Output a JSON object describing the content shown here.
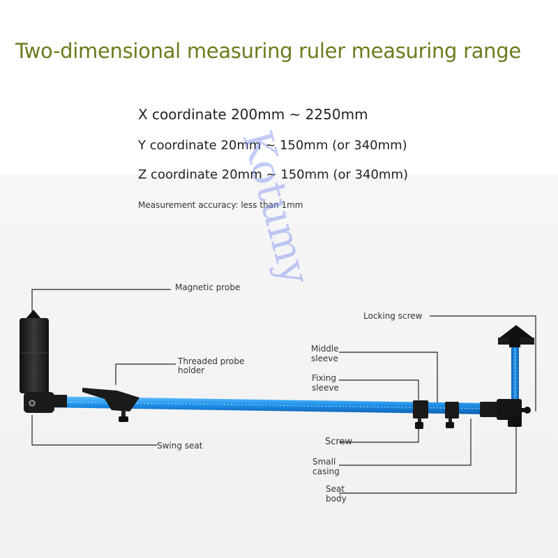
{
  "title": "Two-dimensional measuring ruler measuring range",
  "specs": {
    "x": "X coordinate 200mm ~ 2250mm",
    "y": "Y coordinate 20mm ~ 150mm (or 340mm)",
    "z": "Z coordinate 20mm ~ 150mm (or 340mm)",
    "accuracy": "Measurement accuracy: less than 1mm"
  },
  "watermark": "Kotumy",
  "labels": {
    "magnetic_probe": "Magnetic probe",
    "threaded_probe_holder_1": "Threaded probe",
    "threaded_probe_holder_2": "holder",
    "swing_seat": "Swing seat",
    "locking_screw": "Locking screw",
    "middle_sleeve_1": "Middle",
    "middle_sleeve_2": "sleeve",
    "fixing_sleeve_1": "Fixing",
    "fixing_sleeve_2": "sleeve",
    "screw": "Screw",
    "small_casing_1": "Small",
    "small_casing_2": "casing",
    "seat_body_1": "Seat",
    "seat_body_2": "body"
  },
  "colors": {
    "title": "#6d7a1c",
    "rod": "#1e8fe8",
    "rod_dark": "#0d5fb0",
    "fittings": "#1a1a1a",
    "watermark": "#8c9cf0"
  }
}
